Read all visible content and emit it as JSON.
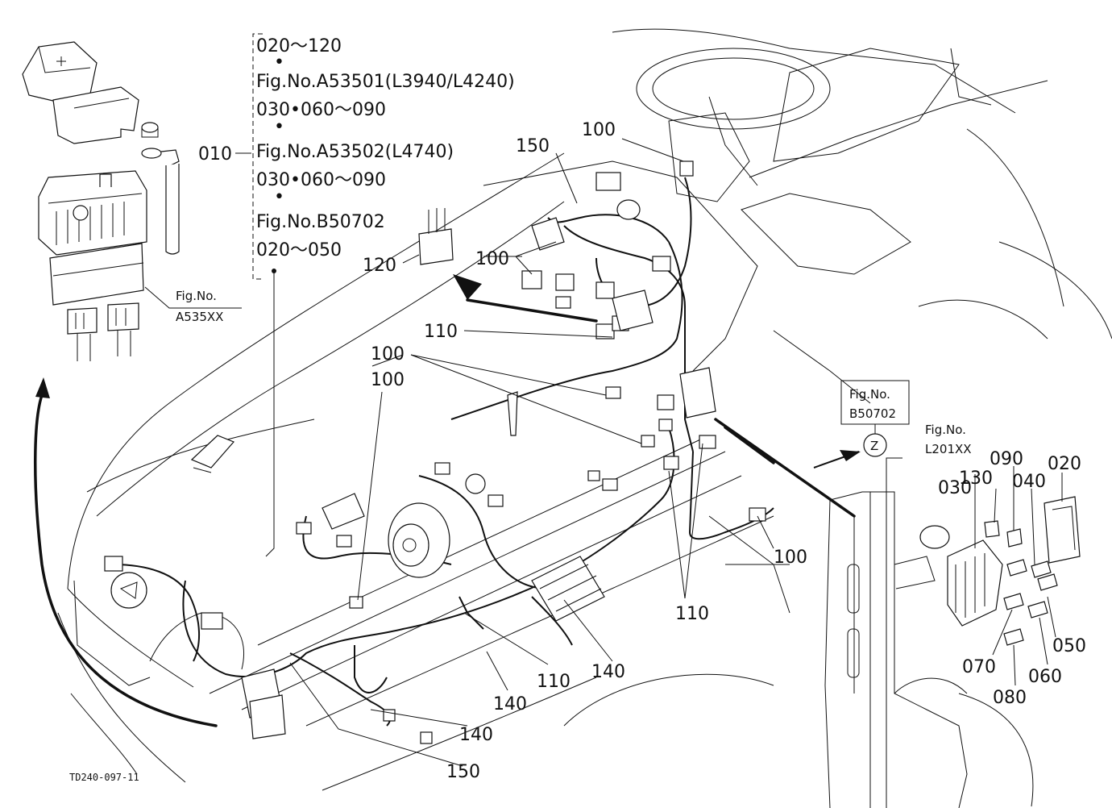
{
  "drawing_id": "TD240-097-11",
  "ref_block": {
    "main_part": "010",
    "lines": [
      "020～120",
      "•",
      "Fig.No.A53501(L3940/L4240)",
      "030•060～090",
      "•",
      "Fig.No.A53502(L4740)",
      "030•060～090",
      "•",
      "Fig.No.B50702",
      "020～050"
    ]
  },
  "figure_refs": {
    "a535": {
      "line1": "Fig.No.",
      "line2": "A535XX"
    },
    "b507": {
      "line1": "Fig.No.",
      "line2": "B50702"
    },
    "l201": {
      "line1": "Fig.No.",
      "line2": "L201XX"
    },
    "view_letter": "Z"
  },
  "callouts": {
    "c150_top": "150",
    "c100_top": "100",
    "c120": "120",
    "c100_mid": "100",
    "c110_mid": "110",
    "c100_left_a": "100",
    "c100_left_b": "100",
    "c100_right": "100",
    "c110_right": "110",
    "c110_bottom": "110",
    "c140_a": "140",
    "c140_b": "140",
    "c140_c": "140",
    "c150_bottom": "150",
    "c030": "030",
    "c130": "130",
    "c090": "090",
    "c040": "040",
    "c020": "020",
    "c050": "050",
    "c070": "070",
    "c060": "060",
    "c080": "080"
  }
}
